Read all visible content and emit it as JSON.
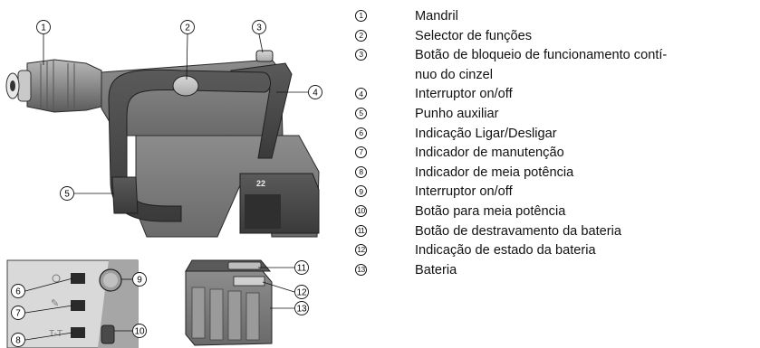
{
  "figure": {
    "battery_mark": "22",
    "callouts": [
      "1",
      "2",
      "3",
      "4",
      "5",
      "6",
      "7",
      "8",
      "9",
      "10",
      "11",
      "12",
      "13"
    ]
  },
  "legend": {
    "items": [
      {
        "num": "1",
        "label": "Mandril"
      },
      {
        "num": "2",
        "label": "Selector de funções"
      },
      {
        "num": "3",
        "label": "Botão de bloqueio de funcionamento contí-\nnuo do cinzel"
      },
      {
        "num": "4",
        "label": "Interruptor on/off"
      },
      {
        "num": "5",
        "label": "Punho auxiliar"
      },
      {
        "num": "6",
        "label": "Indicação Ligar/Desligar"
      },
      {
        "num": "7",
        "label": "Indicador de manutenção"
      },
      {
        "num": "8",
        "label": "Indicador de meia potência"
      },
      {
        "num": "9",
        "label": "Interruptor on/off"
      },
      {
        "num": "10",
        "label": "Botão para meia potência"
      },
      {
        "num": "11",
        "label": "Botão de destravamento da bateria"
      },
      {
        "num": "12",
        "label": "Indicação de estado da bateria"
      },
      {
        "num": "13",
        "label": "Bateria"
      }
    ]
  }
}
